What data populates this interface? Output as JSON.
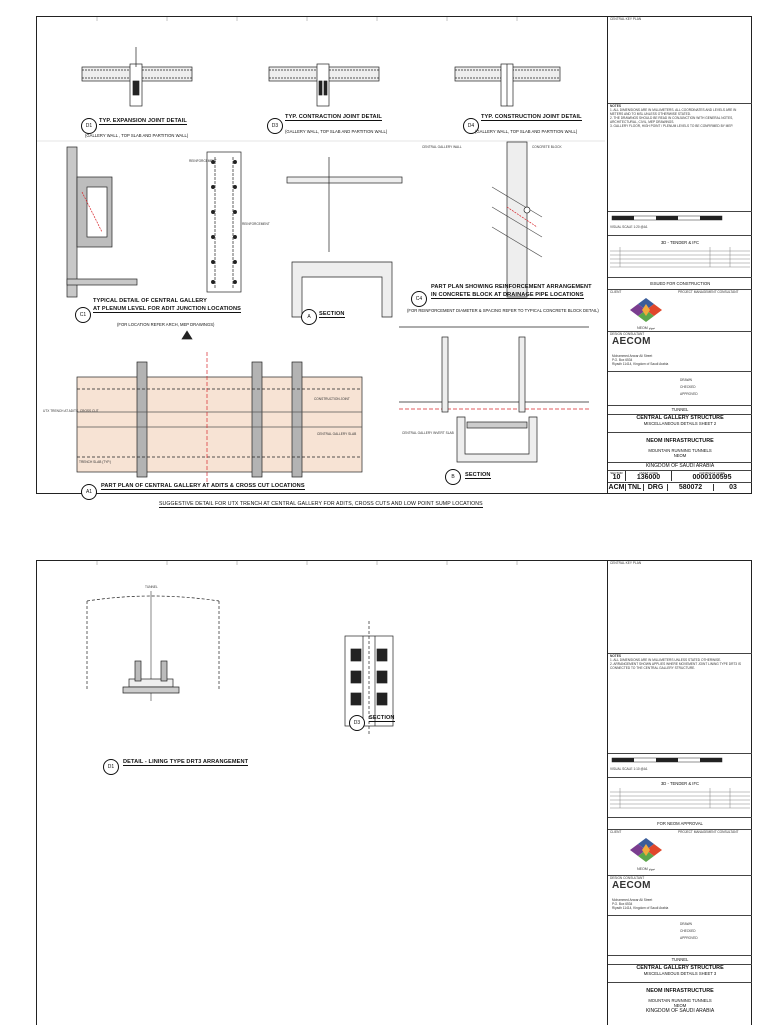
{
  "sheet1": {
    "details": {
      "d1": {
        "tag": "D1",
        "title": "TYP. EXPANSION JOINT DETAIL",
        "sub": "(GALLERY WALL , TOP SLAB AND PARTITION WALL)"
      },
      "d3": {
        "tag": "D3",
        "title": "TYP. CONTRACTION JOINT DETAIL",
        "sub": "(GALLERY WALL, TOP SLAB AND PARTITION WALL)"
      },
      "d4": {
        "tag": "D4",
        "title": "TYP. CONSTRUCTION JOINT DETAIL",
        "sub": "(GALLERY WALL, TOP SLAB AND PARTITION WALL)"
      },
      "c1": {
        "tag": "C1",
        "title1": "TYPICAL DETAIL OF CENTRAL GALLERY",
        "title2": "AT PLENUM LEVEL FOR ADIT JUNCTION LOCATIONS",
        "sub": "(FOR LOCATION REFER ARCH, MEP DRAWINGS)"
      },
      "a": {
        "tag": "A",
        "title": "SECTION"
      },
      "c4": {
        "tag": "C4",
        "title1": "PART PLAN SHOWING REINFORCEMENT ARRANGEMENT",
        "title2": "IN CONCRETE BLOCK AT DRAINAGE PIPE LOCATIONS",
        "sub": "(FOR REINFORCEMENT DIAMETER & SPACING REFER TO TYPICAL CONCRETE BLOCK DETAIL)"
      },
      "a1": {
        "tag": "A1",
        "title": "PART PLAN OF CENTRAL GALLERY AT ADITS & CROSS CUT LOCATIONS"
      },
      "b": {
        "tag": "B",
        "title": "SECTION"
      },
      "suggest": "SUGGESTIVE DETAIL FOR UTX TRENCH AT CENTRAL GALLERY FOR ADITS, CROSS CUTS AND LOW POINT SUMP LOCATIONS"
    },
    "callouts": {
      "rebar": "REINFORCEMENT",
      "central_gallery_wall": "CENTRAL GALLERY WALL",
      "concrete_block": "CONCRETE BLOCK",
      "construction_joint": "CONSTRUCTION JOINT",
      "utx_trench": "UTX TRENCH AT ADITS, CROSS CUT",
      "central_gallery_slab": "CENTRAL GALLERY SLAB",
      "trench_slab": "TRENCH SLAB (TYP.)",
      "central_gallery_invert_slab": "CENTRAL GALLERY INVERT SLAB"
    },
    "title_block": {
      "key_plan": "CENTRAL KEY PLAN",
      "notes_head": "NOTES",
      "notes": [
        "1. ALL DIMENSIONS ARE IN MILLIMETERS. ALL COORDINATES AND LEVELS ARE IN METERS AND TO MSL UNLESS OTHERWISE STATED.",
        "2. THE DRAWINGS SHOULD BE READ IN CONJUNCTION WITH GENERAL NOTES, ARCHITECTURAL, CIVIL, MEP DRAWINGS.",
        "3. GALLERY FLOOR, HIGH POINT / PLENUM LEVELS TO BE CONFIRMED BY MEP."
      ],
      "scale": "VISUAL SCALE 1:20 @A1",
      "stage": "3D - TENDER & IFC",
      "status": "ISSUED FOR CONSTRUCTION",
      "client": "CLIENT",
      "pm_consultant": "PROJECT MANAGEMENT CONSULTANT",
      "neom_word": "NEOM",
      "neom_arabic": "نيوم",
      "design_consultant": "DESIGN CONSULTANT",
      "aecom": "AECOM",
      "aecom_address": [
        "Mohammed Anwar Ali Street",
        "P.O. Box 6534",
        "Riyadh 11414, Kingdom of Saudi Arabia"
      ],
      "drawn": "DRAWN",
      "checked": "CHECKED",
      "approved": "APPROVED",
      "tunnel": "TUNNEL",
      "drawing_title": "CENTRAL GALLERY STRUCTURE",
      "drawing_sub": "MISCELLANEOUS DETAILS SHEET 2",
      "project_name": "NEOM INFRASTRUCTURE",
      "project_sub": "MOUNTAIN RUNNING TUNNELS",
      "location1": "NEOM",
      "location2": "KINGDOM OF SAUDI ARABIA",
      "code_head": [
        "SECTOR",
        "ASSET CODE",
        "CONTRACT CODE"
      ],
      "code_vals": [
        "10",
        "136000",
        "0000100595"
      ],
      "dwg_head": "DRAWING NUMBER",
      "dwg_parts": [
        "ACM",
        "TNL",
        "DRG",
        "580072",
        "03"
      ]
    }
  },
  "sheet2": {
    "details": {
      "d1": {
        "tag": "D1",
        "title": "DETAIL - LINING TYPE DRT3 ARRANGEMENT"
      },
      "d3": {
        "tag": "D3",
        "title": "SECTION"
      },
      "tunnel_label": "TUNNEL"
    },
    "title_block": {
      "key_plan": "CENTRAL KEY PLAN",
      "notes_head": "NOTES",
      "notes": [
        "1. ALL DIMENSIONS ARE IN MILLIMETERS UNLESS STATED OTHERWISE.",
        "2. ARRANGEMENT SHOWN APPLIES WHERE MOVEMENT JOINT LINING TYPE DRT3 IS CONNECTED TO THE CENTRAL GALLERY STRUCTURE."
      ],
      "scale": "VISUAL SCALE 1:10 @A1",
      "stage": "3D - TENDER & IFC",
      "status": "FOR NEOM APPROVAL",
      "client": "CLIENT",
      "pm_consultant": "PROJECT MANAGEMENT CONSULTANT",
      "neom_word": "NEOM",
      "neom_arabic": "نيوم",
      "design_consultant": "DESIGN CONSULTANT",
      "aecom": "AECOM",
      "aecom_address": [
        "Mohammed Anwar Ali Street",
        "P.O. Box 6534",
        "Riyadh 11414, Kingdom of Saudi Arabia"
      ],
      "drawn": "DRAWN",
      "checked": "CHECKED",
      "approved": "APPROVED",
      "tunnel": "TUNNEL",
      "drawing_title": "CENTRAL GALLERY STRUCTURE",
      "drawing_sub": "MISCELLANEOUS DETAILS SHEET 3",
      "project_name": "NEOM INFRASTRUCTURE",
      "project_sub": "MOUNTAIN RUNNING TUNNELS",
      "location1": "NEOM",
      "location2": "KINGDOM OF SAUDI ARABIA"
    }
  },
  "colors": {
    "line": "#222222",
    "pink_fill": "#f7e3d4",
    "grey_fill": "#b3b3b3",
    "red_dash": "#d8262b",
    "neom_colors": [
      "#3a5c9a",
      "#e0472b",
      "#7a3d8f",
      "#5ca64a",
      "#f2a93b"
    ]
  }
}
